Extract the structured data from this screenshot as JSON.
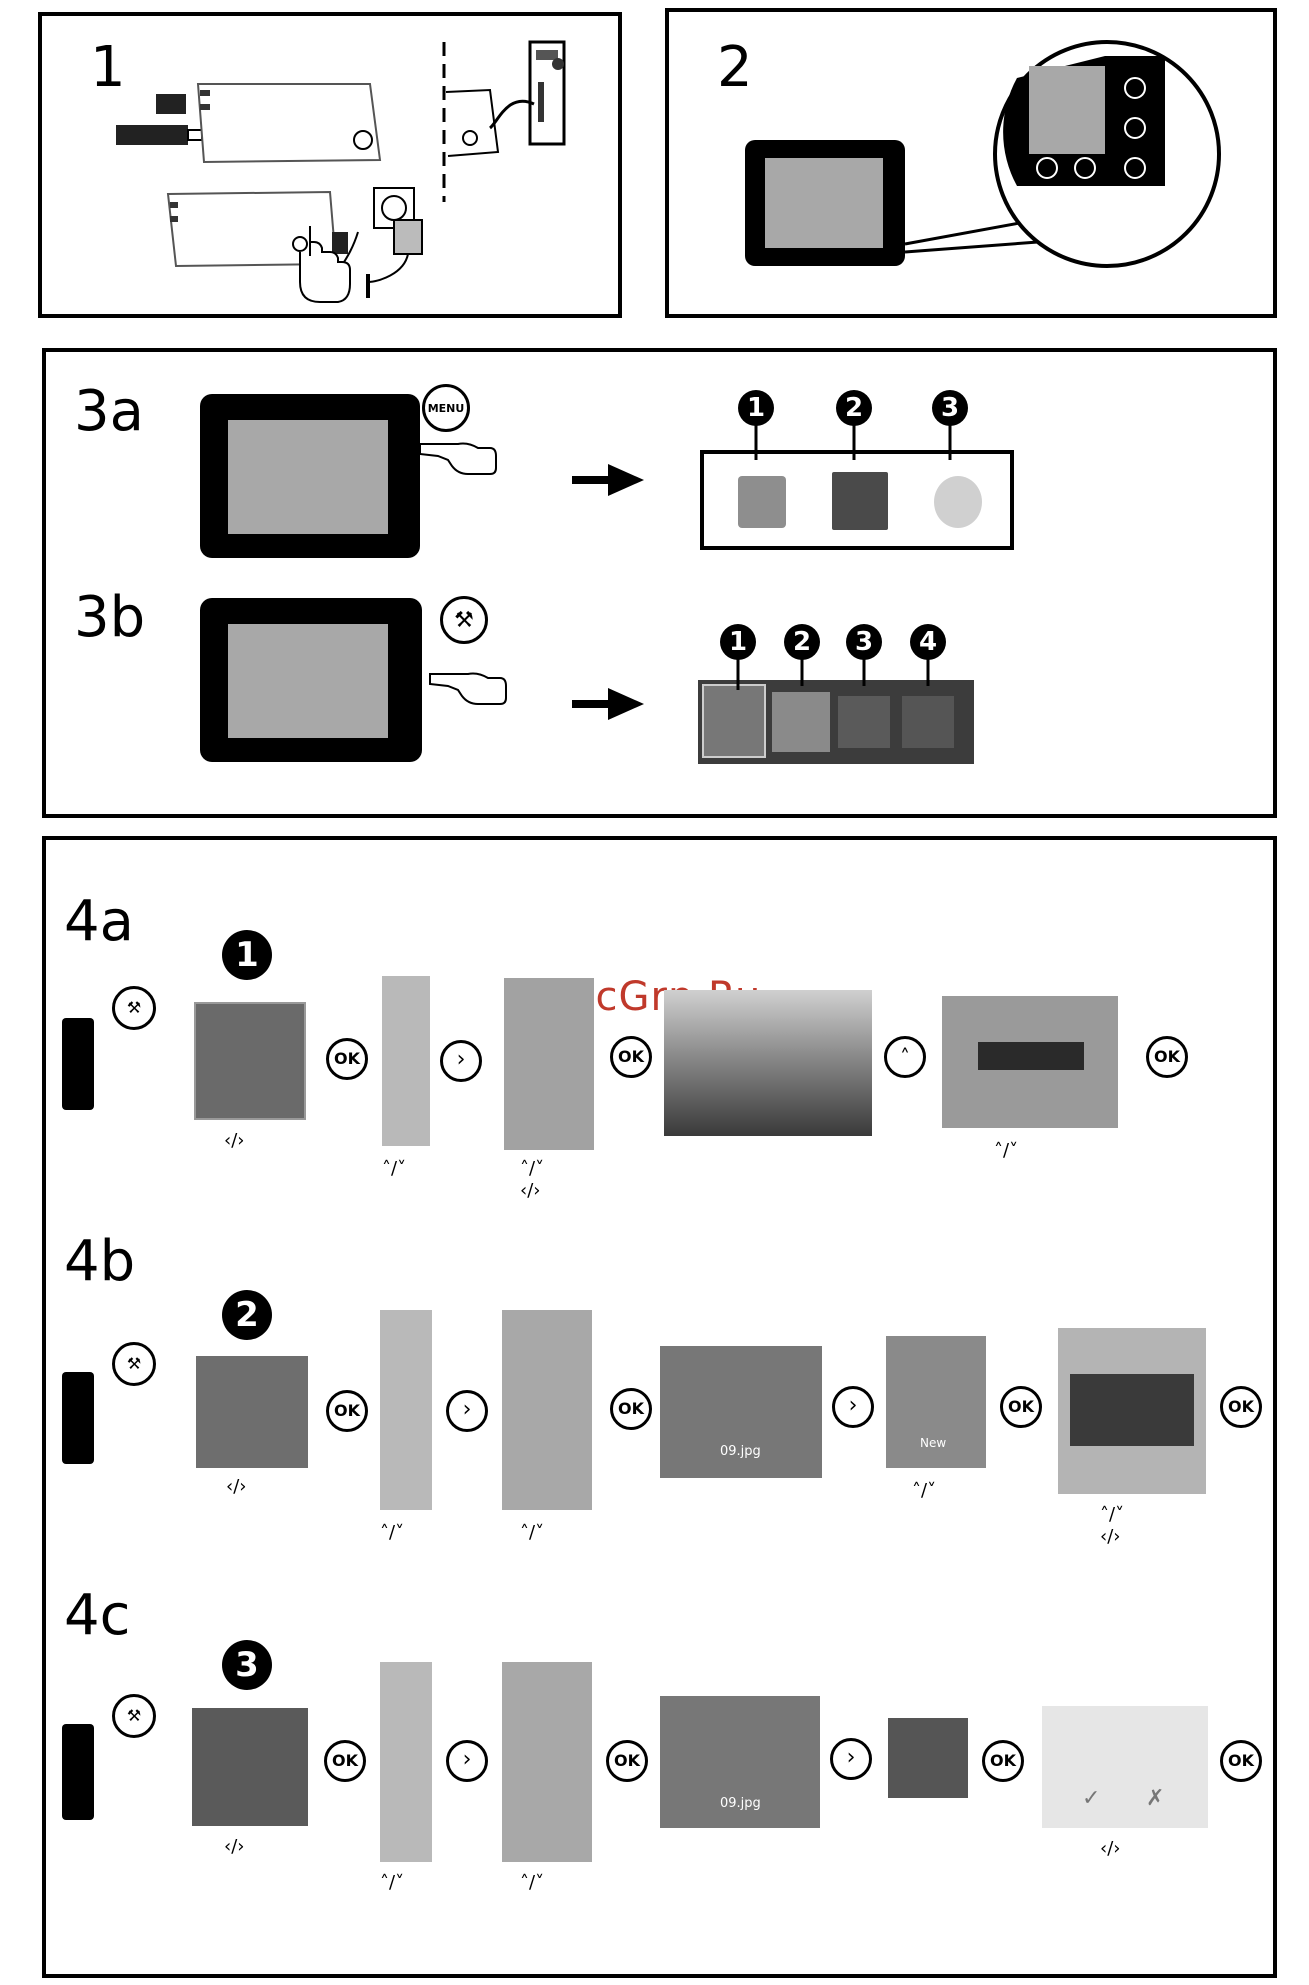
{
  "steps": {
    "s1": "1",
    "s2": "2",
    "s3a": "3a",
    "s3b": "3b",
    "s4a": "4a",
    "s4b": "4b",
    "s4c": "4c"
  },
  "labels": {
    "menu": "MENU",
    "ok": "OK",
    "n1": "1",
    "n2": "2",
    "n3": "3",
    "n4": "4",
    "new": "New",
    "file": "09.jpg",
    "lr": "‹/›",
    "ud": "˄/˅"
  },
  "watermark": "McGrp.Ru",
  "colors": {
    "screen": "#a8a8a8",
    "frame": "#000000",
    "photo_dark": "#3a3a3a",
    "accent_watermark": "#c0392b"
  }
}
